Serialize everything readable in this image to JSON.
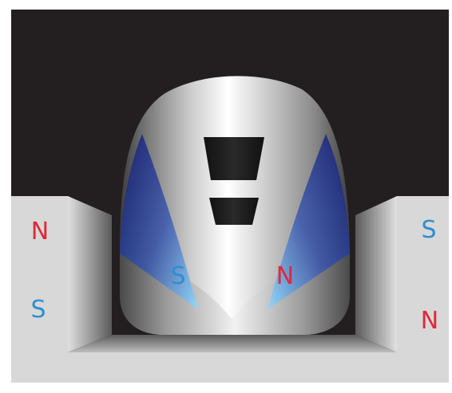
{
  "colors": {
    "north": "#e0283a",
    "south": "#2e8fd0",
    "background": "#231f20",
    "track": "#d8d8d8"
  },
  "track": {
    "left_wall": {
      "top_label": "N",
      "bottom_label": "S"
    },
    "right_wall": {
      "top_label": "S",
      "bottom_label": "N"
    }
  },
  "train": {
    "left_magnet_label": "S",
    "right_magnet_label": "N"
  }
}
